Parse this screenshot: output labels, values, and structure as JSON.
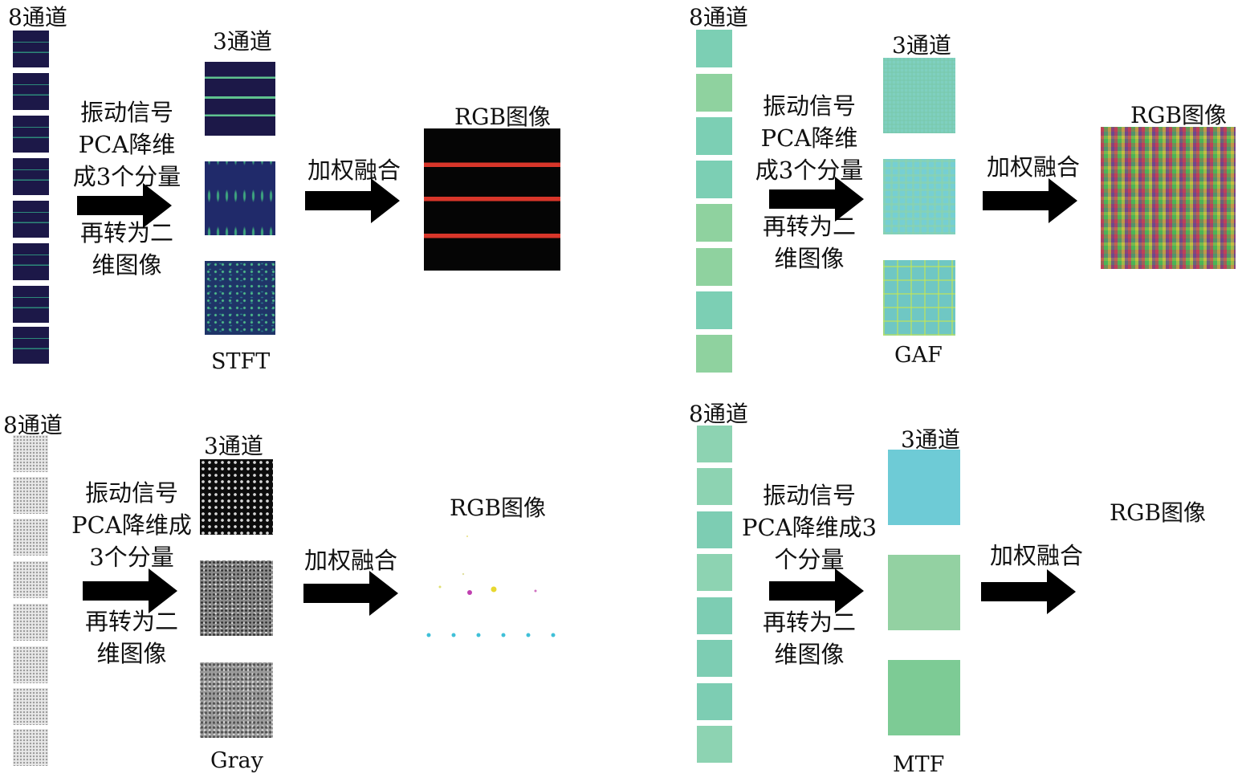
{
  "panels": {
    "stft": {
      "input_label": "8通道",
      "output_label": "3通道",
      "desc_lines": [
        "振动信号",
        "PCA降维",
        "成3个分量",
        "再转为二",
        "维图像"
      ],
      "fusion_label": "加权融合",
      "result_label": "RGB图像",
      "method": "STFT"
    },
    "gaf": {
      "input_label": "8通道",
      "output_label": "3通道",
      "desc_lines": [
        "振动信号",
        "PCA降维",
        "成3个分量",
        "再转为二",
        "维图像"
      ],
      "fusion_label": "加权融合",
      "result_label": "RGB图像",
      "method": "GAF"
    },
    "gray": {
      "input_label": "8通道",
      "output_label": "3通道",
      "desc_lines": [
        "振动信号",
        "PCA降维成",
        "3个分量",
        "再转为二",
        "维图像"
      ],
      "fusion_label": "加权融合",
      "result_label": "RGB图像",
      "method": "Gray"
    },
    "mtf": {
      "input_label": "8通道",
      "output_label": "3通道",
      "desc_lines": [
        "振动信号",
        "PCA降维成3",
        "个分量",
        "再转为二",
        "维图像"
      ],
      "fusion_label": "加权融合",
      "result_label": "RGB图像",
      "method": "MTF"
    }
  },
  "colors": {
    "stft_bg": "#1c1848",
    "stft_line": "#2d8a7a",
    "rgb_stft_line": "#d8362a",
    "gaf_teal": "#7ccfb4",
    "gaf_green": "#8fd29f",
    "mtf_blue": "#6ecbd6",
    "arrow": "#000000"
  }
}
